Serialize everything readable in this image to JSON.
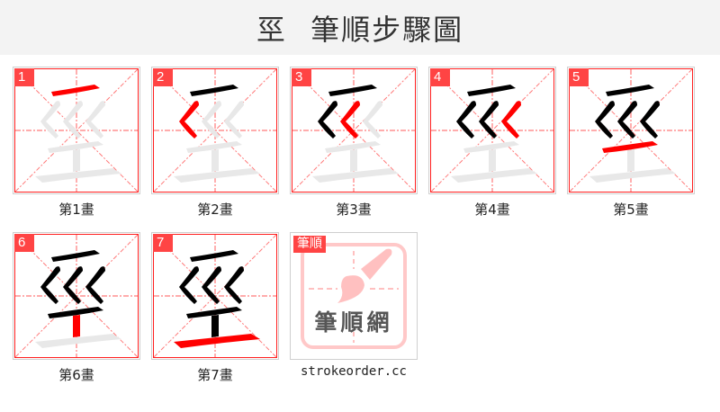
{
  "header": {
    "character": "巠",
    "title": "巠 筆順步驟圖"
  },
  "colors": {
    "active_stroke": "#ff0000",
    "done_stroke": "#000000",
    "pending_stroke": "#e8e8e8",
    "grid_line": "#ff7a7a",
    "panel_border": "#ff1f1f",
    "number_badge": "#ff4444",
    "header_bg": "#f3f3f3"
  },
  "steps": [
    {
      "number": "1",
      "caption": "第1畫"
    },
    {
      "number": "2",
      "caption": "第2畫"
    },
    {
      "number": "3",
      "caption": "第3畫"
    },
    {
      "number": "4",
      "caption": "第4畫"
    },
    {
      "number": "5",
      "caption": "第5畫"
    },
    {
      "number": "6",
      "caption": "第6畫"
    },
    {
      "number": "7",
      "caption": "第7畫"
    }
  ],
  "logo": {
    "tag": "筆順",
    "name": "筆順網",
    "caption": "strokeorder.cc"
  }
}
